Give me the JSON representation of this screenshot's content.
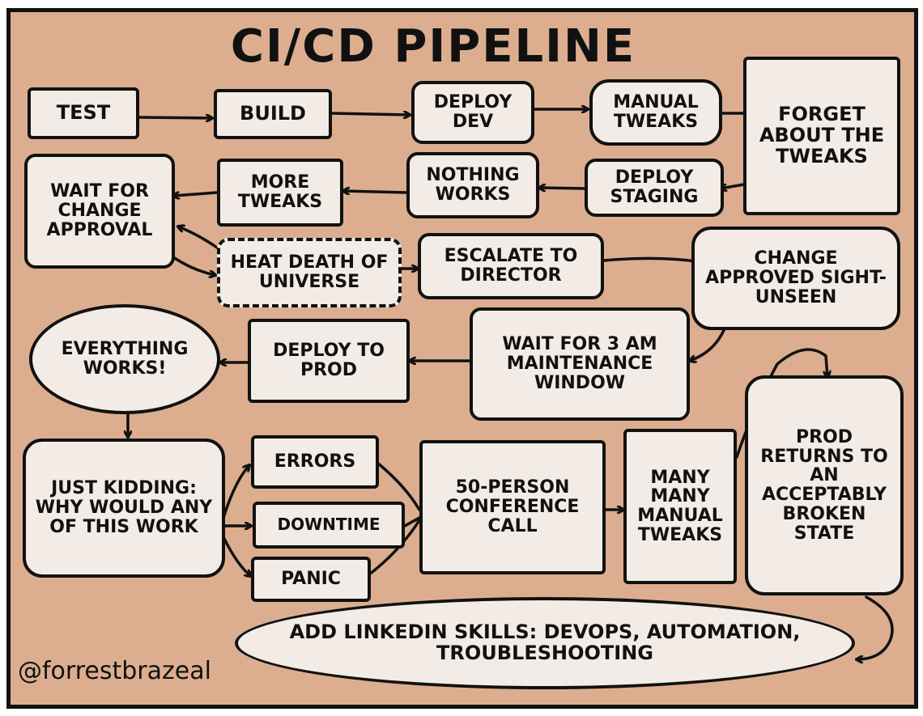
{
  "title": "CI/CD PIPELINE",
  "signature": "@forrestbrazeal",
  "nodes": {
    "test": "TEST",
    "build": "BUILD",
    "deploy_dev": "DEPLOY DEV",
    "manual_tweaks": "MANUAL TWEAKS",
    "forget_tweaks": "FORGET ABOUT THE TWEAKS",
    "deploy_staging": "DEPLOY STAGING",
    "nothing_works": "NOTHING WORKS",
    "more_tweaks": "MORE TWEAKS",
    "wait_change_approval": "WAIT FOR CHANGE APPROVAL",
    "heat_death": "HEAT DEATH OF UNIVERSE",
    "escalate_director": "ESCALATE TO DIRECTOR",
    "change_approved": "CHANGE APPROVED SIGHT- UNSEEN",
    "wait_3am": "WAIT FOR 3 AM MAINTENANCE WINDOW",
    "deploy_prod": "DEPLOY TO PROD",
    "everything_works": "EVERYTHING WORKS!",
    "just_kidding": "JUST KIDDING: WHY WOULD ANY OF THIS WORK",
    "errors": "ERRORS",
    "downtime": "DOWNTIME",
    "panic": "PANIC",
    "conference_call": "50-PERSON CONFERENCE CALL",
    "many_manual_tweaks": "MANY MANY MANUAL TWEAKS",
    "prod_returns": "PROD RETURNS TO AN ACCEPTABLY BROKEN STATE",
    "linkedin": "ADD LINKEDIN SKILLS: DEVOPS, AUTOMATION, TROUBLESHOOTING"
  },
  "colors": {
    "background": "#dcae8f",
    "box_fill": "#f3ece6",
    "ink": "#111111"
  }
}
